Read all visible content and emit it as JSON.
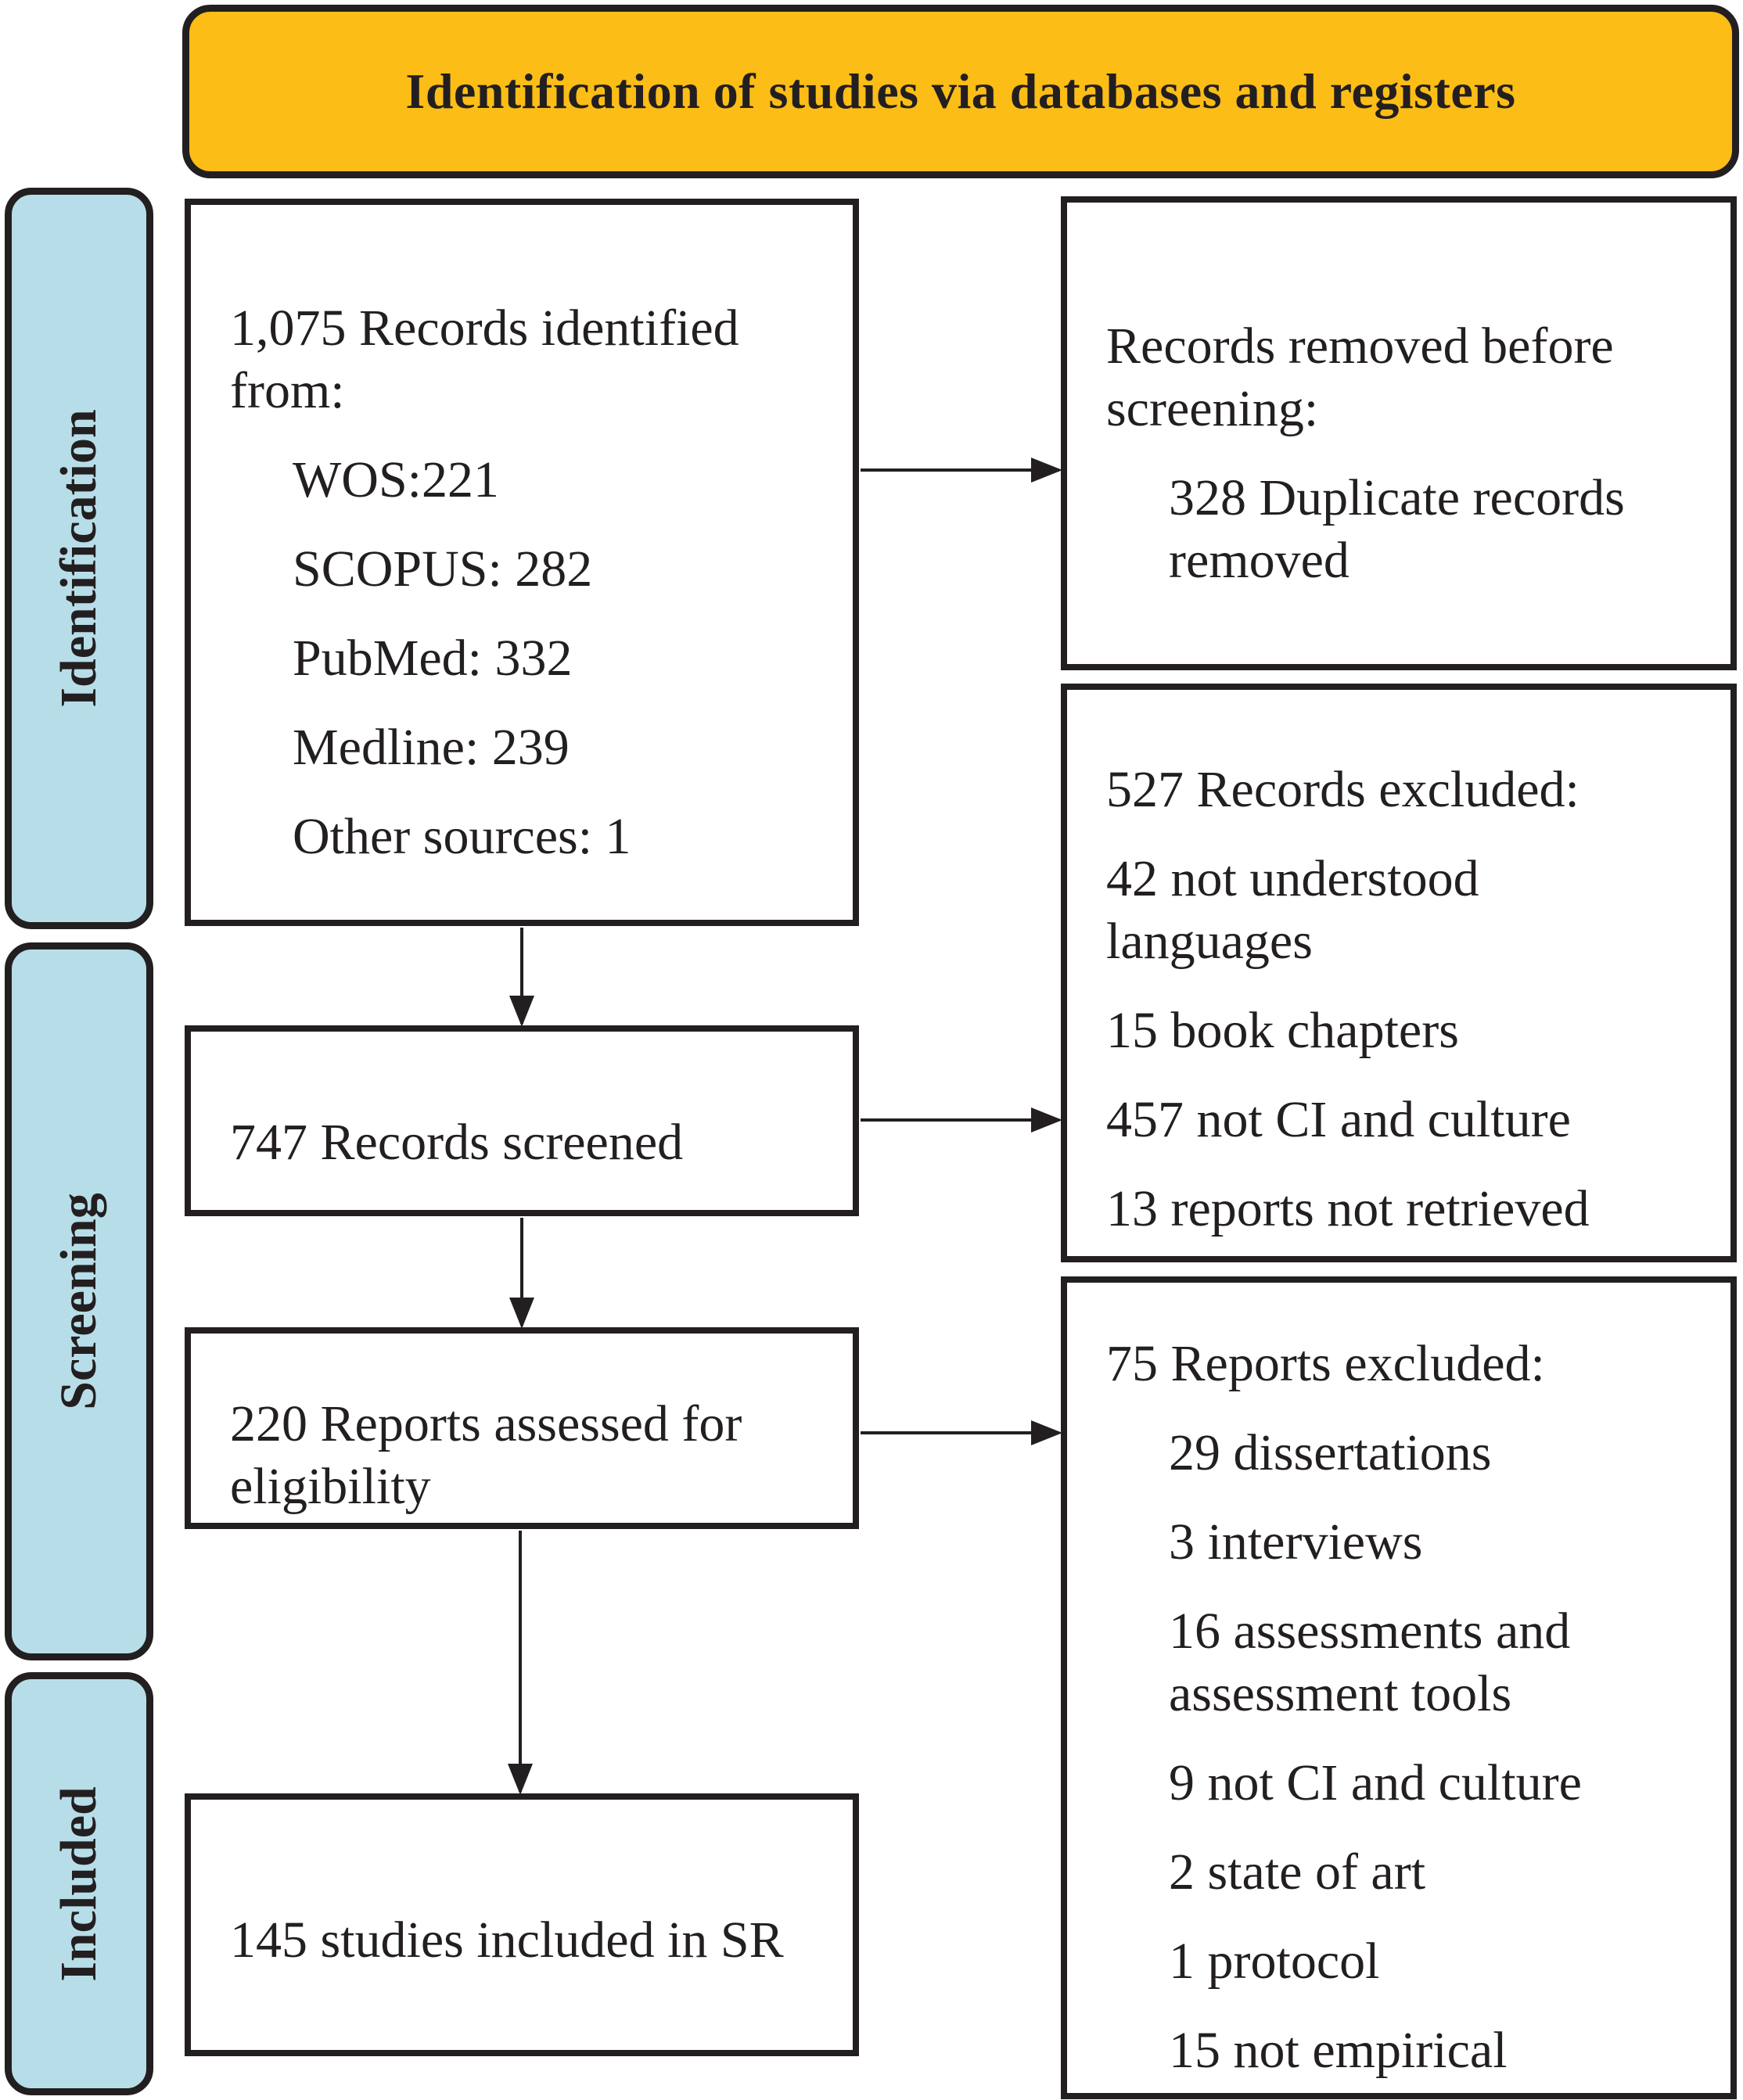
{
  "header": {
    "title": "Identification of studies via databases and registers"
  },
  "phases": {
    "identification": "Identification",
    "screening": "Screening",
    "included": "Included"
  },
  "identified": {
    "title_line1": "1,075 Records identified",
    "title_line2": "from:",
    "sources": [
      "WOS:221",
      "SCOPUS: 282",
      "PubMed: 332",
      "Medline: 239",
      "Other sources: 1"
    ]
  },
  "removed": {
    "title_line1": "Records removed before",
    "title_line2": "screening:",
    "item_line1": "328 Duplicate records",
    "item_line2": "removed"
  },
  "screened": {
    "label": "747 Records screened"
  },
  "records_excluded": {
    "title": "527 Records excluded:",
    "item1_line1": "42 not understood",
    "item1_line2": "languages",
    "item2": "15 book chapters",
    "item3": "457 not CI and culture",
    "item4": "13 reports not retrieved"
  },
  "assessed": {
    "line1": "220 Reports assessed for",
    "line2": "eligibility"
  },
  "reports_excluded": {
    "title": "75 Reports excluded:",
    "item1": "29 dissertations",
    "item2": "3 interviews",
    "item3_line1": "16 assessments and",
    "item3_line2": "assessment tools",
    "item4": "9 not CI and culture",
    "item5": "2 state of art",
    "item6": "1 protocol",
    "item7": "15 not empirical"
  },
  "included": {
    "label": "145 studies included in SR"
  }
}
